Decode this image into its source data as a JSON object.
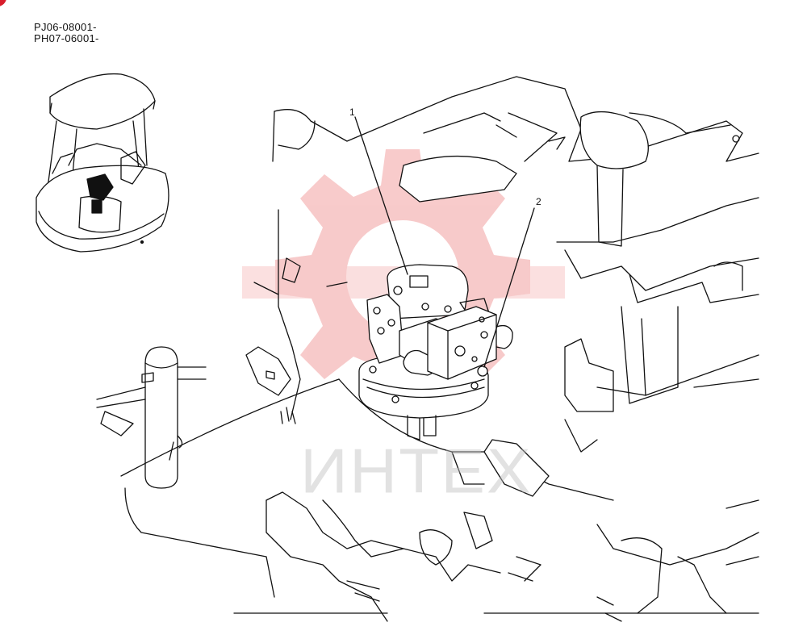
{
  "serial_ranges": [
    "PJ06-08001-",
    "PH07-06001-"
  ],
  "callouts": [
    {
      "number": "1"
    },
    {
      "number": "2"
    }
  ],
  "watermark": {
    "text": "ИНТЕХ",
    "color": "#f2a0a0"
  },
  "icons": {
    "page_corner": "red-circle-marker",
    "locator": "excavator-locator-icon"
  },
  "colors": {
    "line": "#111111",
    "corner_marker": "#d81e2c"
  }
}
